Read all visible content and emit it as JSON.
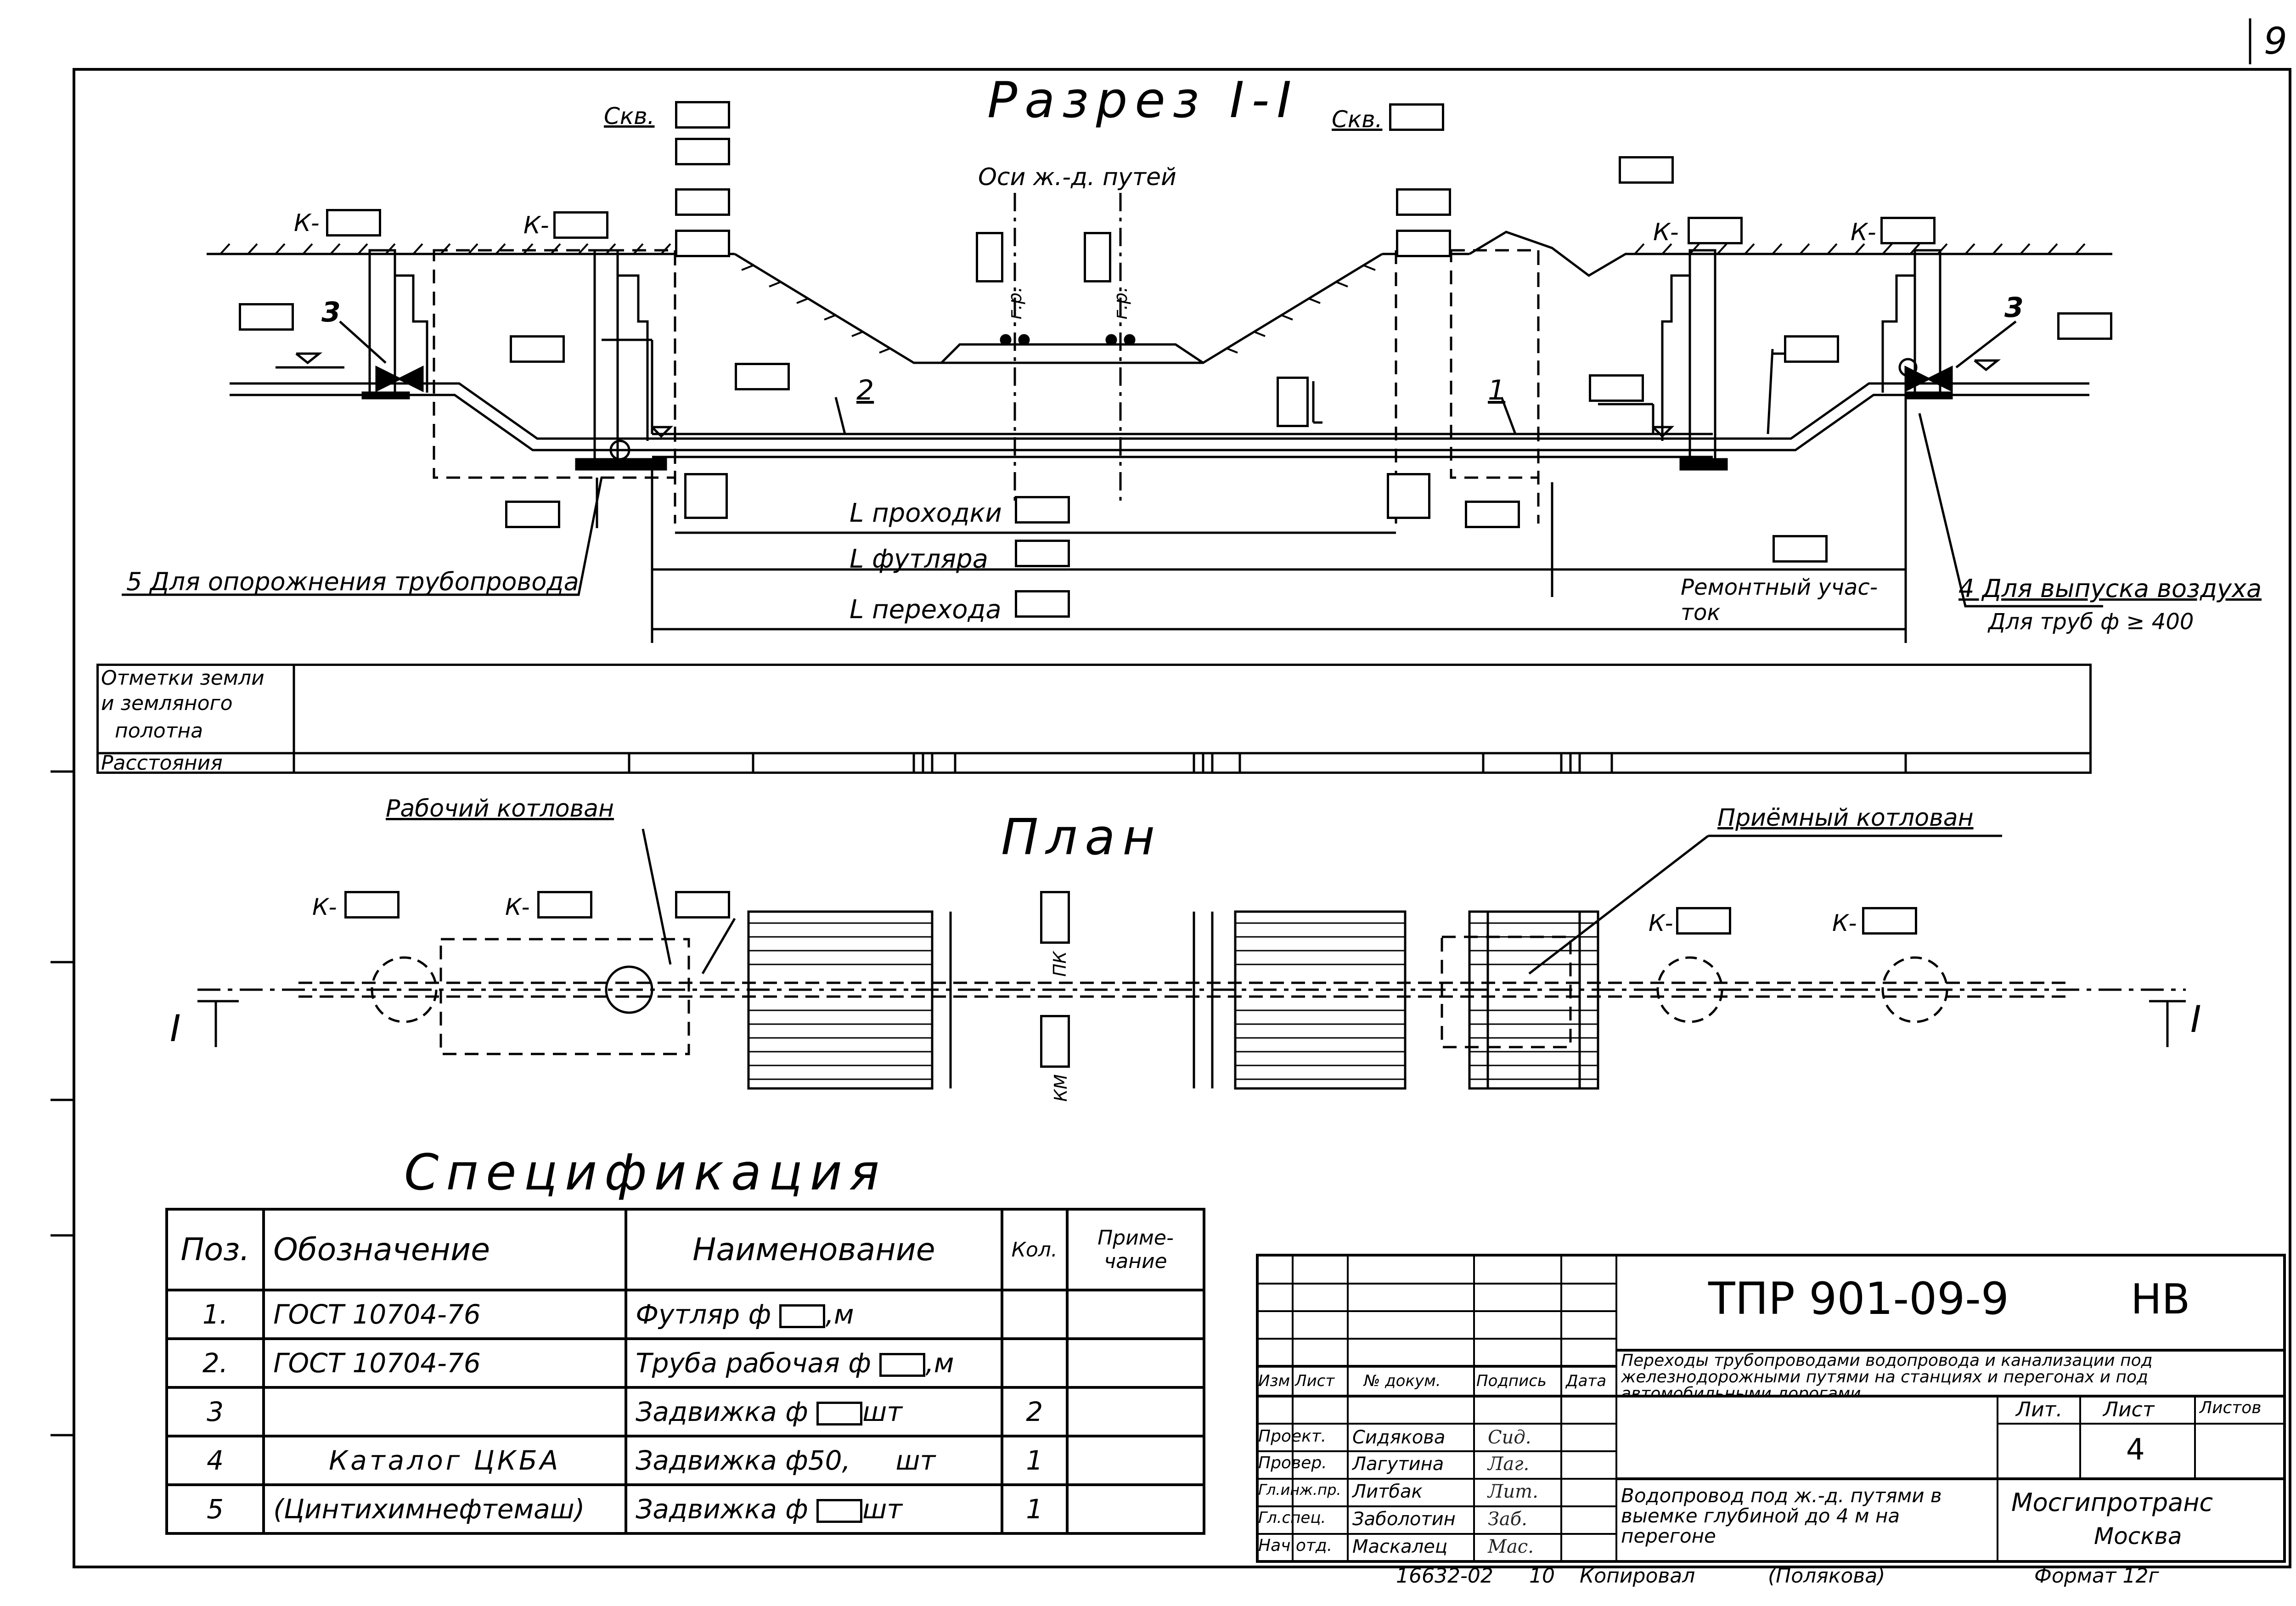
{
  "page_number": "9",
  "section": {
    "title": "Разрез I-I",
    "well_left": "Скв.",
    "well_right": "Скв.",
    "track_axes": "Оси ж.-д. путей",
    "k_prefix": "К-",
    "rail_mark_1": "г.р.",
    "rail_mark_2": "г.р.",
    "pos_1": "1",
    "pos_2": "2",
    "pos_3_left": "3",
    "pos_3_right": "3",
    "l_passage": "L проходки",
    "l_case": "L футляра",
    "l_crossing": "L перехода",
    "repair_1": "Ремонтный учас-",
    "repair_2": "ток",
    "drain_note": "5 Для опорожнения трубопровода",
    "air_note": "4 Для выпуска воздуха",
    "air_note_2": "Для труб ф ≥ 400"
  },
  "profile_table": {
    "row1_line1": "Отметки земли",
    "row1_line2": "и земляного",
    "row1_line3": "полотна",
    "row2": "Расстояния"
  },
  "plan": {
    "title": "План",
    "work_pit": "Рабочий котлован",
    "receive_pit": "Приёмный котлован",
    "k_prefix": "К-",
    "section_mark_left": "I",
    "section_mark_right": "I",
    "pk_label": "ПК",
    "km_label": "КМ"
  },
  "spec": {
    "title": "Спецификация",
    "headers": [
      "Поз.",
      "Обозначение",
      "Наименование",
      "Кол.",
      "Приме-чание"
    ],
    "rows": [
      {
        "pos": "1.",
        "designation": "ГОСТ 10704-76",
        "name": "Футляр ф",
        "unit": ",м",
        "qty": "",
        "note": ""
      },
      {
        "pos": "2.",
        "designation": "ГОСТ 10704-76",
        "name": "Труба рабочая ф",
        "unit": ",м",
        "qty": "",
        "note": ""
      },
      {
        "pos": "3",
        "designation": "",
        "name": "Задвижка ф",
        "unit": "шт",
        "qty": "2",
        "note": ""
      },
      {
        "pos": "4",
        "designation": "Каталог ЦКБА",
        "name": "Задвижка ф50,",
        "unit": "шт",
        "qty": "1",
        "note": ""
      },
      {
        "pos": "5",
        "designation": "(Цинтихимнефтемаш)",
        "name": "Задвижка ф",
        "unit": "шт",
        "qty": "1",
        "note": ""
      }
    ]
  },
  "stamp": {
    "code": "ТПР 901-09-9",
    "code_suffix": "НВ",
    "description": "Переходы трубопроводами водопровода и канализации под железнодорожными путями на станциях и перегонах и под автомобильными дорогами",
    "col_headers": [
      "Изм",
      "Лист",
      "№ докум.",
      "Подпись",
      "Дата"
    ],
    "roles": [
      {
        "role": "Проект.",
        "name": "Сидякова",
        "sig": "Сид."
      },
      {
        "role": "Провер.",
        "name": "Лагутина",
        "sig": "Лаг."
      },
      {
        "role": "Гл.инж.пр.",
        "name": "Литбак",
        "sig": "Лит."
      },
      {
        "role": "Гл.спец.",
        "name": "Заболотин",
        "sig": "Заб."
      },
      {
        "role": "Нач.отд.",
        "name": "Маскалец",
        "sig": "Мас."
      }
    ],
    "sheet_title": "Водопровод под ж.-д. путями в выемке глубиной до 4 м на перегоне",
    "lit_label": "Лит.",
    "sheet_label": "Лист",
    "sheets_label": "Листов",
    "sheet_value": "4",
    "org": "Мосгипротранс",
    "city": "Москва"
  },
  "footer": {
    "inv": "16632-02",
    "num": "10",
    "copied": "Копировал",
    "copier": "(Полякова)",
    "format": "Формат 12г"
  }
}
